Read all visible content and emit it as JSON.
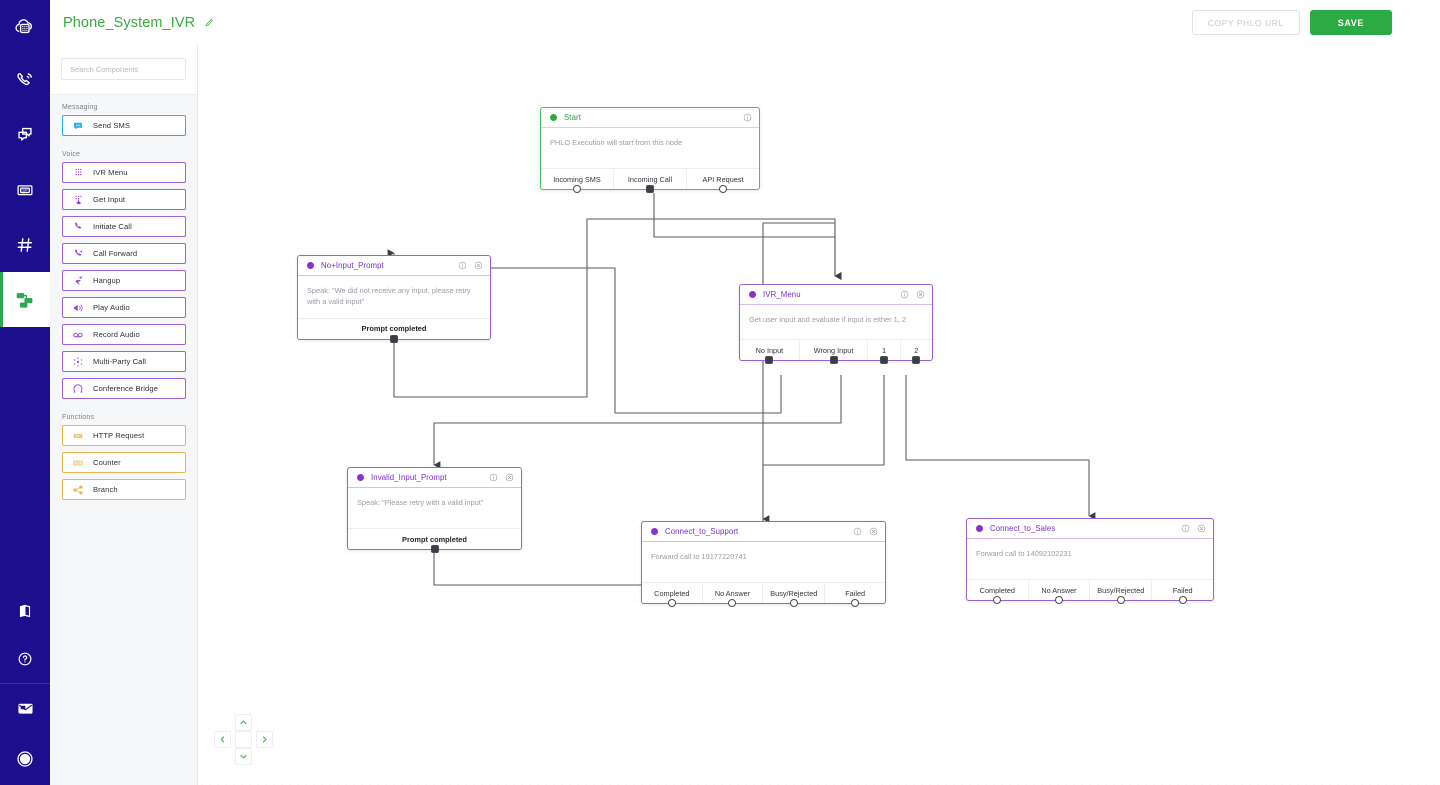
{
  "app": {
    "rail_icons": [
      {
        "name": "cloud-keypad-logo-icon",
        "label": "Plivo"
      },
      {
        "name": "phone-waves-icon",
        "label": "Voice"
      },
      {
        "name": "chat-bubbles-icon",
        "label": "Messaging"
      },
      {
        "name": "sip-box-icon",
        "label": "SIP"
      },
      {
        "name": "hash-icon",
        "label": "Numbers"
      },
      {
        "name": "flow-nodes-icon",
        "label": "PHLO"
      },
      {
        "name": "docs-book-icon",
        "label": "Docs"
      },
      {
        "name": "help-question-icon",
        "label": "Help"
      },
      {
        "name": "mail-envelope-icon",
        "label": "Inbox"
      },
      {
        "name": "user-avatar-icon",
        "label": "Account"
      }
    ]
  },
  "topbar": {
    "title": "Phone_System_IVR",
    "edit_icon": "pencil-icon",
    "copy_label": "COPY PHLO URL",
    "save_label": "SAVE",
    "title_color": "#3aa93a",
    "save_color": "#2cab44"
  },
  "panel": {
    "search_placeholder": "Search Components",
    "search_value": "",
    "groups": [
      {
        "label": "Messaging",
        "style": "sms",
        "items": [
          {
            "label": "Send SMS",
            "icon": "sms-bubble-icon"
          }
        ]
      },
      {
        "label": "Voice",
        "style": "voice",
        "items": [
          {
            "label": "IVR Menu",
            "icon": "keypad-dots-icon"
          },
          {
            "label": "Get Input",
            "icon": "keypad-hand-icon"
          },
          {
            "label": "Initiate Call",
            "icon": "phone-icon"
          },
          {
            "label": "Call Forward",
            "icon": "call-forward-icon"
          },
          {
            "label": "Hangup",
            "icon": "hangup-icon"
          },
          {
            "label": "Play Audio",
            "icon": "speaker-icon"
          },
          {
            "label": "Record Audio",
            "icon": "record-audio-icon"
          },
          {
            "label": "Multi-Party Call",
            "icon": "multi-party-icon"
          },
          {
            "label": "Conference Bridge",
            "icon": "conference-bridge-icon"
          }
        ]
      },
      {
        "label": "Functions",
        "style": "function",
        "items": [
          {
            "label": "HTTP Request",
            "icon": "http-request-icon"
          },
          {
            "label": "Counter",
            "icon": "counter-icon"
          },
          {
            "label": "Branch",
            "icon": "branch-icon"
          }
        ]
      }
    ],
    "colors": {
      "sms": "#2bb0e0",
      "voice": "#9b63d3",
      "function": "#e8b64c"
    }
  },
  "canvas": {
    "nodes": [
      {
        "id": "start",
        "kind": "green",
        "title": "Start",
        "body": "PHLO Execution will start from this node",
        "has_close": false,
        "ports": [
          {
            "label": "Incoming SMS",
            "filled": false
          },
          {
            "label": "Incoming Call",
            "filled": true
          },
          {
            "label": "API Request",
            "filled": false
          }
        ]
      },
      {
        "id": "no_input_prompt",
        "kind": "violet",
        "title": "No+Input_Prompt",
        "body": "Speak: \"We did not receive any input, please retry with a valid input\"",
        "has_close": true,
        "ports": [
          {
            "label": "Prompt completed",
            "filled": true
          }
        ]
      },
      {
        "id": "ivr_menu",
        "kind": "violet",
        "title": "IVR_Menu",
        "body": "Get user input and evaluate if input is either 1, 2",
        "has_close": true,
        "ports": [
          {
            "label": "No Input",
            "filled": true
          },
          {
            "label": "Wrong Input",
            "filled": true
          },
          {
            "label": "1",
            "filled": true
          },
          {
            "label": "2",
            "filled": true
          }
        ]
      },
      {
        "id": "invalid_input_prompt",
        "kind": "violet",
        "title": "Invalid_Input_Prompt",
        "body": "Speak: \"Please retry with a valid input\"",
        "has_close": true,
        "ports": [
          {
            "label": "Prompt completed",
            "filled": true
          }
        ]
      },
      {
        "id": "connect_to_support",
        "kind": "violet",
        "title": "Connect_to_Support",
        "body": "Forward call to 19177220741",
        "has_close": true,
        "ports": [
          {
            "label": "Completed",
            "filled": false
          },
          {
            "label": "No Answer",
            "filled": false
          },
          {
            "label": "Busy/Rejected",
            "filled": false
          },
          {
            "label": "Failed",
            "filled": false
          }
        ]
      },
      {
        "id": "connect_to_sales",
        "kind": "violet",
        "title": "Connect_to_Sales",
        "body": "Forward call to 14092102231",
        "has_close": true,
        "ports": [
          {
            "label": "Completed",
            "filled": false
          },
          {
            "label": "No Answer",
            "filled": false
          },
          {
            "label": "Busy/Rejected",
            "filled": false
          },
          {
            "label": "Failed",
            "filled": false
          }
        ]
      }
    ],
    "navpad": {
      "up": "˄",
      "down": "˅",
      "left": "‹",
      "right": "›"
    },
    "edge_color": "#55585f",
    "node_border_violet": "#9a62d0",
    "node_border_green": "#4cbf5e"
  }
}
